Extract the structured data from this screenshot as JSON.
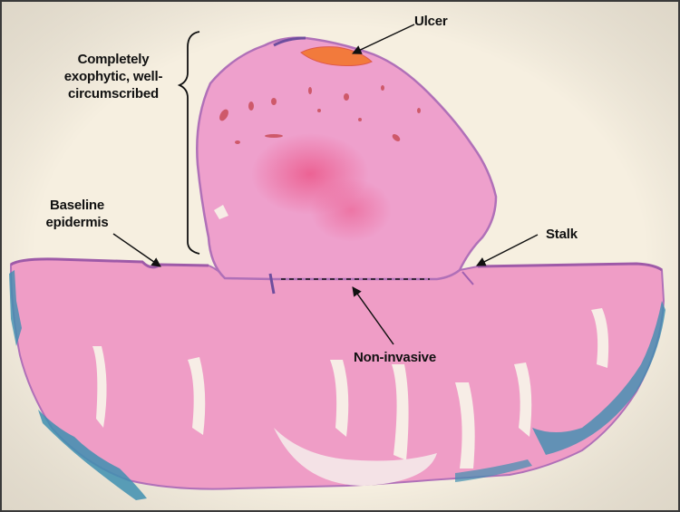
{
  "image": {
    "description": "Low-power H&E histology micrograph of an exophytic polypoid skin lesion with annotations",
    "background_color": "#f6efe0",
    "tissue_color": "#ee9ac4",
    "epidermis_color": "#b070b8",
    "ulcer_color": "#f07a3a",
    "ink_color": "#3e8fb0",
    "border_color": "#3a3a3a"
  },
  "annotations": {
    "exophytic": {
      "line1": "Completely",
      "line2": "exophytic, well-",
      "line3": "circumscribed",
      "pointer": "curly-brace"
    },
    "ulcer": {
      "text": "Ulcer",
      "pointer": "arrow"
    },
    "baseline": {
      "line1": "Baseline",
      "line2": "epidermis",
      "pointer": "arrow"
    },
    "stalk": {
      "text": "Stalk",
      "pointer": "arrow"
    },
    "noninvasive": {
      "text": "Non-invasive",
      "pointer": "arrow-to-dashed-line"
    }
  }
}
